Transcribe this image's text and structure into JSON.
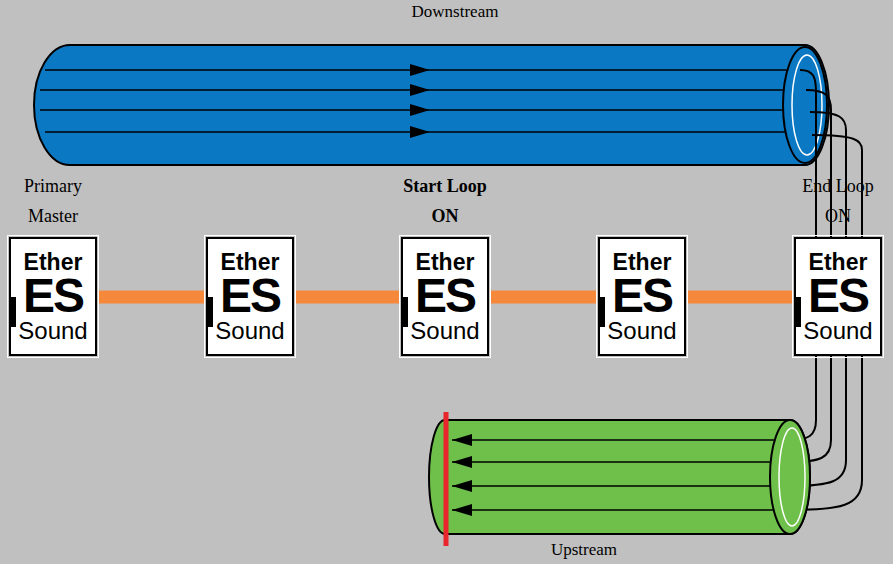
{
  "diagram": {
    "nodes": [
      {
        "text": [
          "Primary Master",
          "Ether",
          "ES",
          "Sound"
        ]
      },
      {
        "text": [
          "Ether",
          "ES",
          "Sound"
        ]
      },
      {
        "text": [
          "Start Loop ON",
          "Ether",
          "ES",
          "Sound"
        ]
      },
      {
        "text": [
          "Ether",
          "ES",
          "Sound"
        ]
      },
      {
        "text": [
          "End Loop ON",
          "Ether",
          "ES",
          "Sound"
        ]
      }
    ],
    "edges": [
      {
        "from": 0,
        "to": 1,
        "arrow": "none"
      },
      {
        "from": 1,
        "to": 2,
        "arrow": "none"
      },
      {
        "from": 2,
        "to": 3,
        "arrow": "none"
      },
      {
        "from": 3,
        "to": 4,
        "arrow": "none"
      }
    ],
    "labels": [
      "Downstream",
      "Upstream"
    ]
  }
}
